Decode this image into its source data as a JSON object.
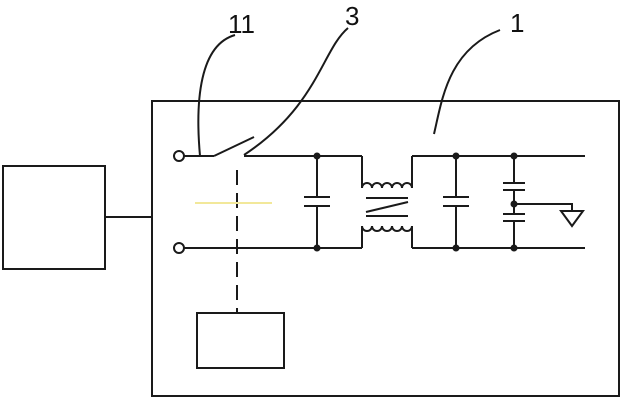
{
  "labels": {
    "switch_ref": "11",
    "actuator_ref": "3",
    "filter_ref": "1"
  },
  "colors": {
    "line": "#1a1a1a",
    "background": "#ffffff",
    "faint_mark": "#f2e89a"
  }
}
